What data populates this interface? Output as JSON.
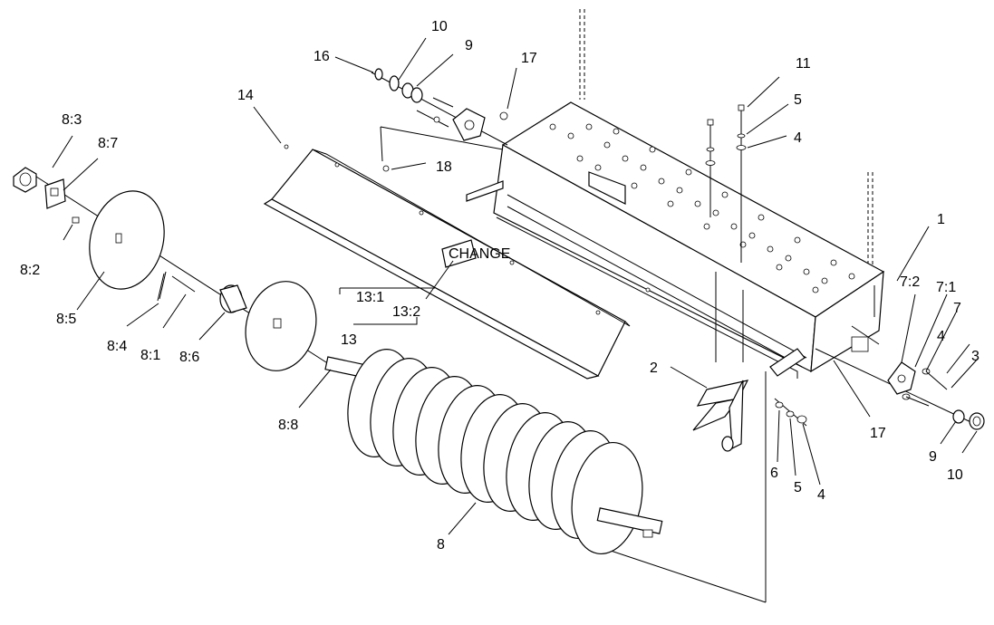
{
  "diagram": {
    "labels": {
      "l1": "1",
      "l2": "2",
      "l3": "3",
      "l4a": "4",
      "l4b": "4",
      "l4c": "4",
      "l5a": "5",
      "l5b": "5",
      "l6": "6",
      "l7": "7",
      "l71": "7:1",
      "l72": "7:2",
      "l8": "8",
      "l81": "8:1",
      "l82": "8:2",
      "l83": "8:3",
      "l84": "8:4",
      "l85": "8:5",
      "l86": "8:6",
      "l87": "8:7",
      "l88": "8:8",
      "l9a": "9",
      "l9b": "9",
      "l10a": "10",
      "l10b": "10",
      "l11": "11",
      "l13": "13",
      "l131": "13:1",
      "l132": "13:2",
      "l14": "14",
      "l16": "16",
      "l17a": "17",
      "l17b": "17",
      "l18": "18"
    }
  }
}
